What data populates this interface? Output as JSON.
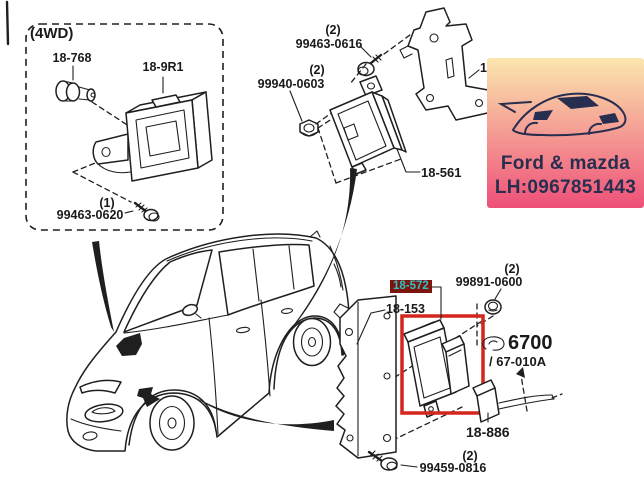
{
  "colors": {
    "label": "#1a1a1a",
    "line": "#1f1f1f",
    "red_box": "#d4261e",
    "highlight_bg": "#7d150f",
    "highlight_text": "#2fc2c4",
    "watermark_top": "#fbe7ae",
    "watermark_bottom": "#ee5078",
    "watermark_text": "#272e4f"
  },
  "watermark": {
    "line1": "Ford & mazda",
    "line2": "LH:0967851443"
  },
  "parts": {
    "group_4wd": {
      "label": "(4WD)"
    },
    "sensor_4wd": {
      "number": "18-768"
    },
    "module_4wd": {
      "number": "18-9R1"
    },
    "screw_4wd": {
      "qty": "(1)",
      "number": "99463-0620"
    },
    "bolt_top": {
      "qty": "(2)",
      "number": "99463-0616"
    },
    "nut_top": {
      "qty": "(2)",
      "number": "99940-0603"
    },
    "module_top": {
      "number": "18-561"
    },
    "bracket_top": {
      "partial_label": "1"
    },
    "module_main": {
      "number": "18-572"
    },
    "grommet": {
      "qty": "(2)",
      "number": "99891-0600"
    },
    "bracket_main": {
      "number": "18-153"
    },
    "clip": {
      "number": "6700",
      "alt_number": "/ 67-010A"
    },
    "connector": {
      "number": "18-886"
    },
    "screw_bottom": {
      "qty": "(2)",
      "number": "99459-0816"
    }
  }
}
